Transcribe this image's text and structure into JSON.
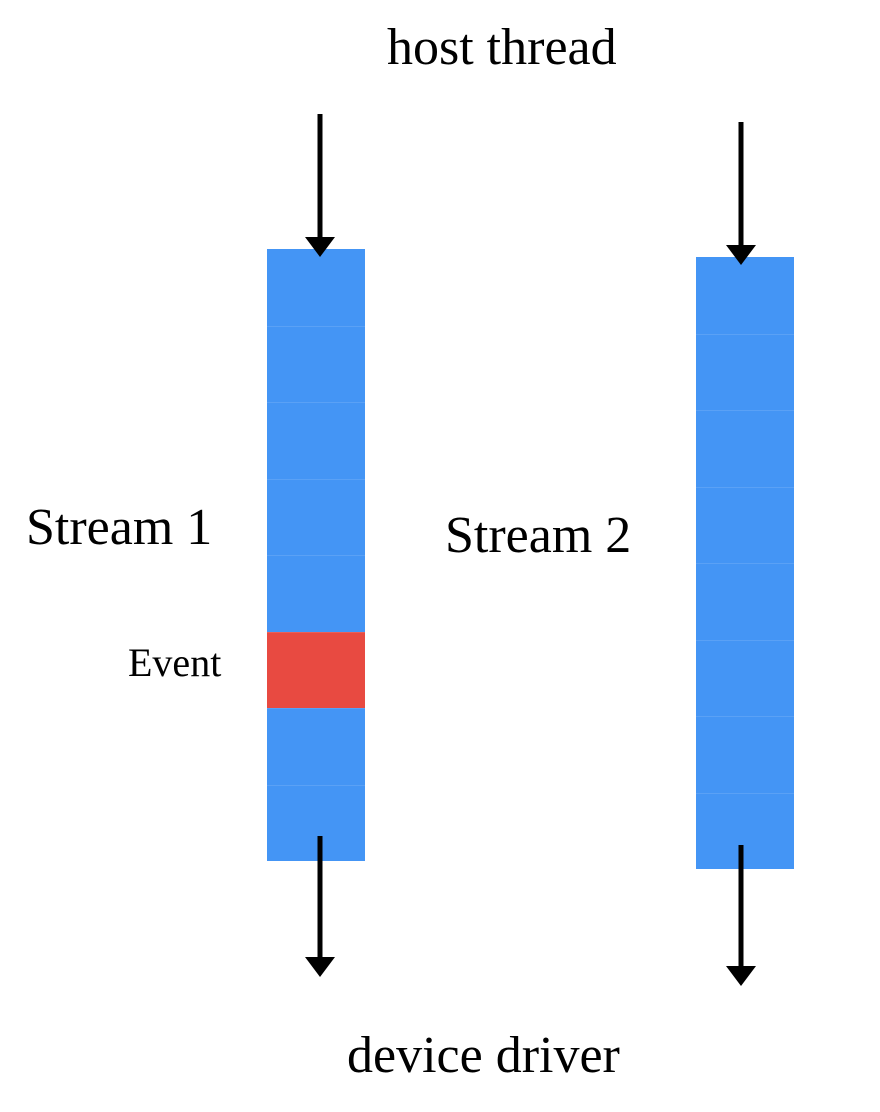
{
  "labels": {
    "top": "host thread",
    "bottom": "device driver",
    "stream1": "Stream 1",
    "stream2": "Stream 2",
    "event": "Event"
  },
  "colors": {
    "command": "#4495f5",
    "event": "#e84a41",
    "arrow": "#000000"
  },
  "streams": [
    {
      "name": "Stream 1",
      "slots": [
        "command",
        "command",
        "command",
        "command",
        "command",
        "event",
        "command",
        "command"
      ]
    },
    {
      "name": "Stream 2",
      "slots": [
        "command",
        "command",
        "command",
        "command",
        "command",
        "command",
        "command",
        "command"
      ]
    }
  ]
}
